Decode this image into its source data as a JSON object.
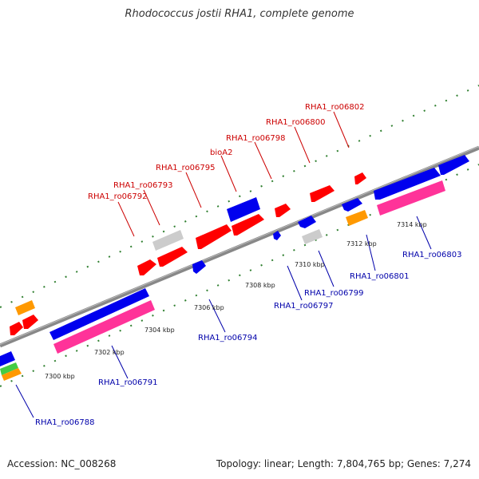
{
  "title": "Rhodococcus jostii RHA1, complete genome",
  "accession": "Accession: NC_008268",
  "summary": "Topology: linear; Length: 7,804,765 bp; Genes: 7,274",
  "colors": {
    "backbone": "#888888",
    "forward_label": "#cc0000",
    "reverse_label": "#0000aa",
    "tick": "#2f7f2f"
  },
  "tick_labels": [
    "7300 kbp",
    "7302 kbp",
    "7304 kbp",
    "7306 kbp",
    "7308 kbp",
    "7310 kbp",
    "7312 kbp",
    "7314 kbp"
  ],
  "forward_gene_labels": [
    "RHA1_ro06792",
    "RHA1_ro06793",
    "RHA1_ro06795",
    "bioA2",
    "RHA1_ro06798",
    "RHA1_ro06800",
    "RHA1_ro06802"
  ],
  "reverse_gene_labels": [
    "RHA1_ro06788",
    "RHA1_ro06791",
    "RHA1_ro06794",
    "RHA1_ro06797",
    "RHA1_ro06799",
    "RHA1_ro06801",
    "RHA1_ro06803"
  ]
}
